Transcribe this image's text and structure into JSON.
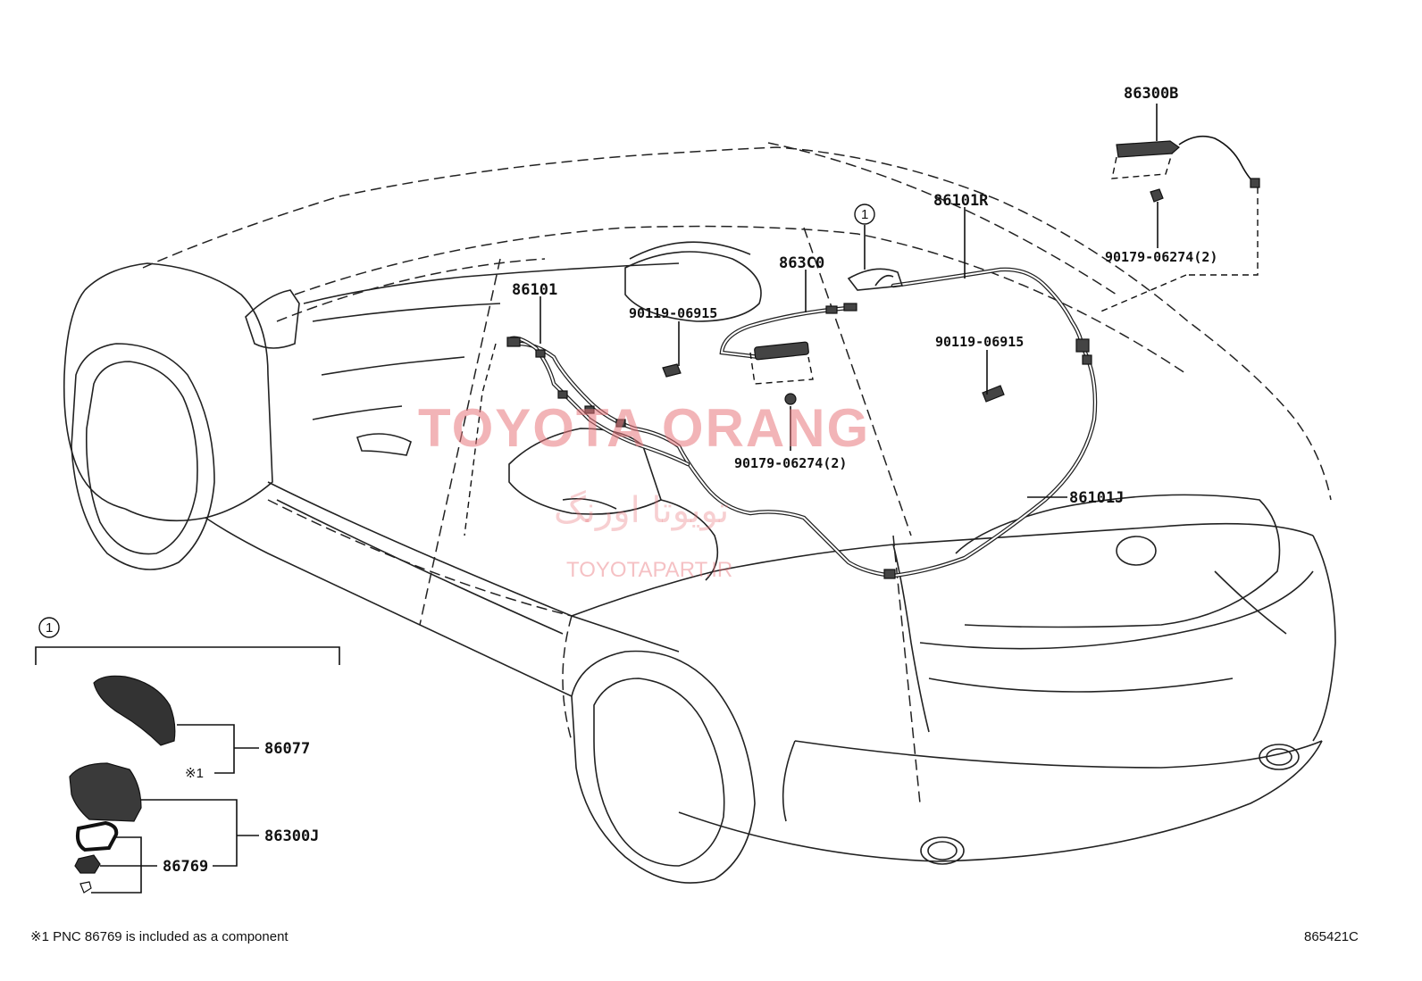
{
  "labels": {
    "p86300B": "86300B",
    "p86101R": "86101R",
    "p863C0": "863C0",
    "p86101": "86101",
    "p90179_06274_2_top": "90179-06274(2)",
    "p90119_06915_left": "90119-06915",
    "p90119_06915_right": "90119-06915",
    "p90179_06274_2_mid": "90179-06274(2)",
    "p86101J": "86101J",
    "p86077": "86077",
    "p86300J": "86300J",
    "p86769": "86769",
    "star1": "※1",
    "circle1_car": "1",
    "circle1_inset": "1"
  },
  "footnote": "※1 PNC 86769 is included as a component",
  "figure_code": "865421C",
  "watermark": {
    "main": "TOYOTA ORANG",
    "persian": "تویوتا اورنگ",
    "url": "TOYOTAPART.IR"
  }
}
